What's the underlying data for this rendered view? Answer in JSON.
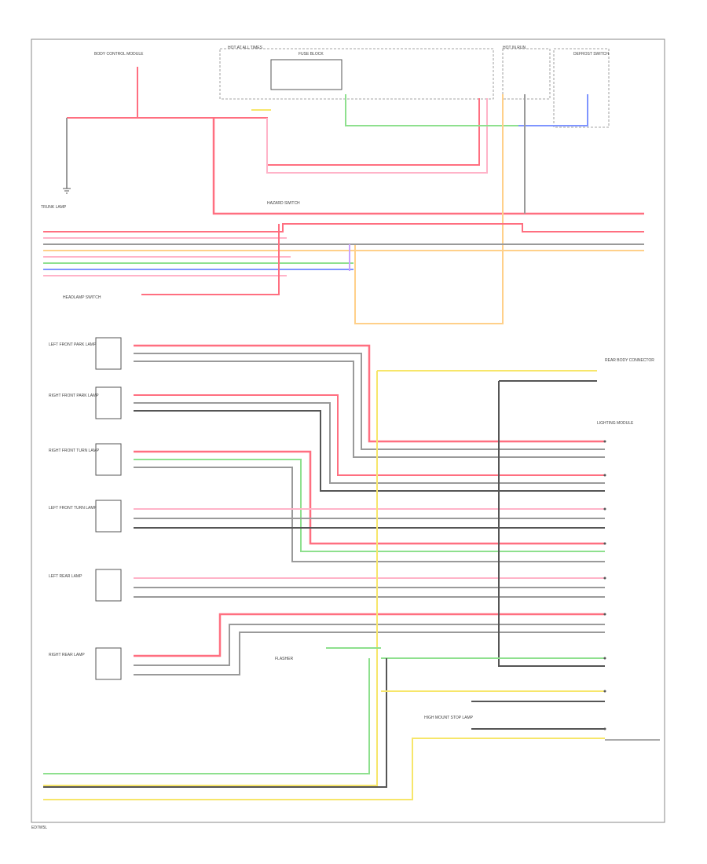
{
  "colors": {
    "red": "#ff6f80",
    "pink": "#ffb3c8",
    "green": "#8ee08e",
    "blue": "#7f95ff",
    "yellow": "#f7e66a",
    "orange": "#ffd08a",
    "gray": "#9a9a9a",
    "dark": "#555555",
    "violet": "#c9a2ff"
  },
  "footer": {
    "code": "ED7W5L"
  },
  "top_labels": [
    "BODY CONTROL MODULE",
    "HOT AT ALL TIMES",
    "FUSE BLOCK",
    "HOT IN RUN",
    "DEFROST SWITCH"
  ],
  "left_labels": [
    "HEADLAMP SWITCH",
    "TRUNK LAMP",
    "LEFT FRONT PARK LAMP",
    "RIGHT FRONT PARK LAMP",
    "RIGHT FRONT TURN LAMP",
    "LEFT FRONT TURN LAMP",
    "LEFT REAR LAMP",
    "RIGHT REAR LAMP"
  ],
  "right_labels": [
    "REAR BODY CONNECTOR",
    "LIGHTING MODULE"
  ],
  "center_labels": [
    "HAZARD SWITCH",
    "FLASHER",
    "HIGH MOUNT STOP LAMP"
  ]
}
